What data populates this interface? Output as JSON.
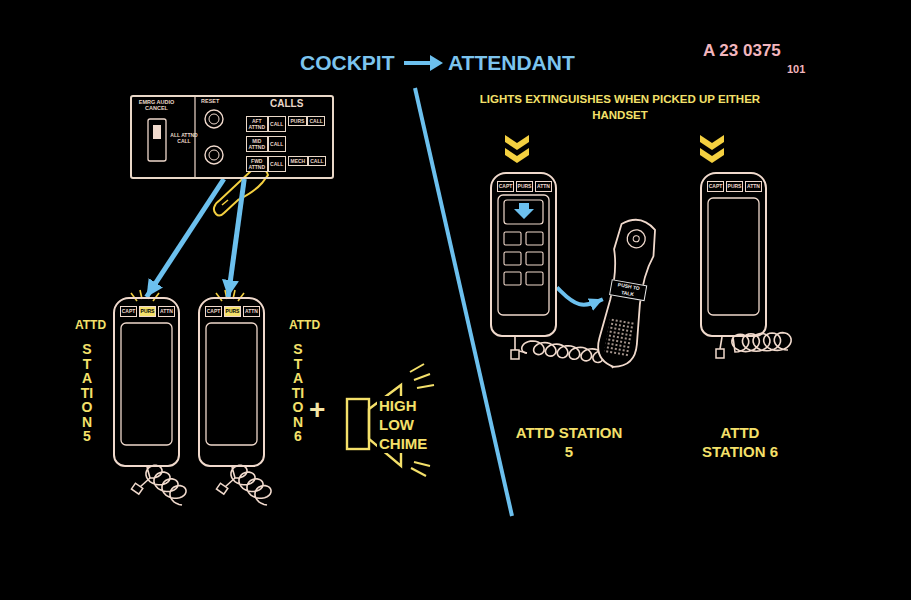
{
  "diagram": {
    "nodes": [
      {
        "text": [
          "CALLS"
        ]
      },
      {
        "text": [
          "AFT ATTND",
          "CALL"
        ],
        "in": 0
      },
      {
        "text": [
          "PURS",
          "CALL"
        ],
        "in": 0
      },
      {
        "text": [
          "MID ATTND",
          "CALL"
        ],
        "in": 0
      },
      {
        "text": [
          "FWD ATTND",
          "CALL"
        ],
        "in": 0
      },
      {
        "text": [
          "MECH",
          "CALL"
        ],
        "in": 0
      },
      {
        "text": [
          "ATTD",
          "STATION 5",
          "CAPT",
          "PURS",
          "ATTN"
        ]
      },
      {
        "text": [
          "ATTD",
          "STATION 6",
          "CAPT",
          "PURS",
          "ATTN"
        ]
      },
      {
        "text": [
          "HIGH LOW CHIME"
        ]
      },
      {
        "text": [
          "CAPT",
          "PURS",
          "ATTN"
        ]
      },
      {
        "text": [
          "PUSH TO TALK"
        ]
      },
      {
        "text": [
          "CAPT",
          "PURS",
          "ATTN"
        ]
      }
    ],
    "edges": [
      {
        "from": 0,
        "to": 6,
        "arrow": "to"
      },
      {
        "from": 0,
        "to": 7,
        "arrow": "to"
      },
      {
        "from": 9,
        "to": 10,
        "arrow": "to"
      }
    ],
    "labels": [
      "COCKPIT",
      "ATTENDANT",
      "A 23 0375",
      "101",
      "EMRG AUDIO CANCEL",
      "RESET",
      "ALL ATTND CALL",
      "+",
      "LIGHTS EXTINGUISHES WHEN PICKED UP EITHER HANDSET",
      "ATTD STATION 5",
      "ATTD STATION 6"
    ]
  }
}
